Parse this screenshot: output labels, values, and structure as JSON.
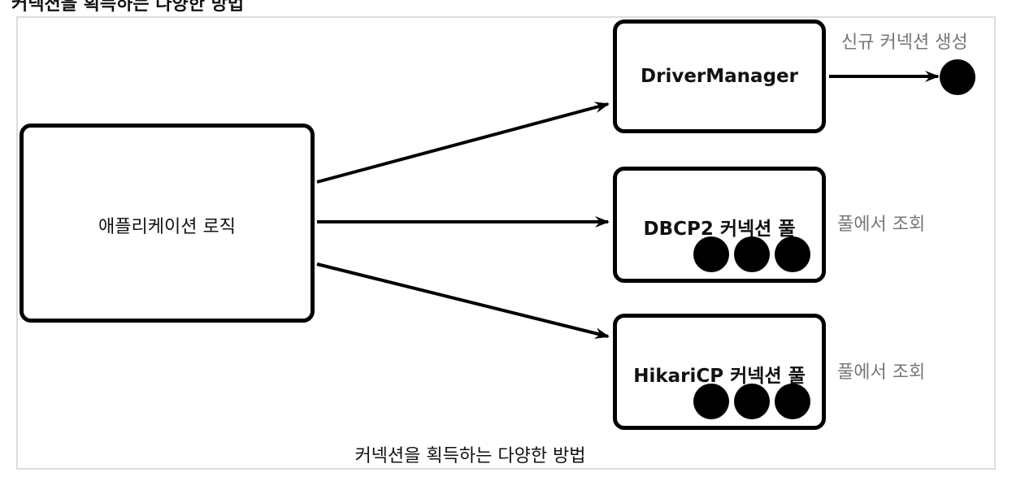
{
  "diagram": {
    "top_title": "커넥션을 획득하는 다양한 방법",
    "application_box": {
      "label": "애플리케이션 로직"
    },
    "driver_manager_box": {
      "label": "DriverManager",
      "side_label": "신규 커넥션 생성"
    },
    "dbcp_box": {
      "label": "DBCP2 커넥션 풀",
      "side_label": "풀에서 조회"
    },
    "hikari_box": {
      "label": "HikariCP 커넥션 풀",
      "side_label": "풀에서 조회"
    },
    "caption": "커넥션을 획득하는 다양한 방법"
  }
}
